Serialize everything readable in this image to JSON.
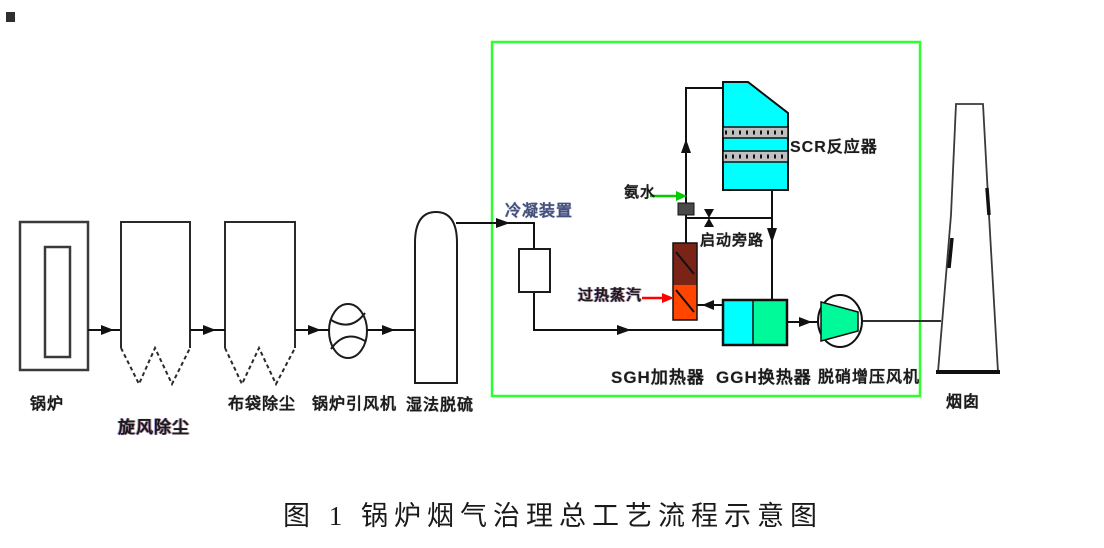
{
  "title": {
    "caption": "图 1 锅炉烟气治理总工艺流程示意图"
  },
  "equipment": {
    "boiler": "锅炉",
    "cyclone_dust_collector": "旋风除尘",
    "bag_dust_collector": "布袋除尘",
    "boiler_id_fan": "锅炉引风机",
    "wet_fgd": "湿法脱硫",
    "condenser_unit": "冷凝装置",
    "scr_reactor": "SCR反应器",
    "startup_bypass": "启动旁路",
    "sgh_heater": "SGH加热器",
    "ggh_heat_exchanger": "GGH换热器",
    "denox_booster_fan": "脱硝增压风机",
    "stack": "烟囱"
  },
  "streams": {
    "ammonia_water": "氨水",
    "superheated_steam": "过热蒸汽"
  },
  "colors": {
    "boundary_green": "#2EFF2E",
    "scr_cyan": "#00FFFF",
    "ggh_left_cyan": "#00FFFF",
    "ggh_right_green": "#00FA9A",
    "fan_green": "#00FA9A",
    "sgh_top_maroon": "#7A2418",
    "sgh_bottom_orange": "#FF4500",
    "ammonia_arrow_green": "#00CC00",
    "steam_arrow_red": "#FF0000"
  }
}
